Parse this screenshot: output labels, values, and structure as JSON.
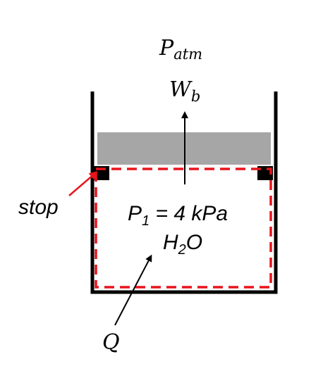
{
  "labels": {
    "p_atm_main": "P",
    "p_atm_sub": "atm",
    "work_main": "W",
    "work_sub": "b",
    "stop": "stop",
    "p1_main": "P",
    "p1_sub": "1",
    "p1_rest": " = 4 kPa",
    "h2o_h": "H",
    "h2o_sub": "2",
    "h2o_o": "O",
    "heat": "Q"
  },
  "colors": {
    "wall": "#000000",
    "piston": "#a6a6a6",
    "stop_block": "#000000",
    "boundary": "#e8141c",
    "stop_arrow": "#e8141c",
    "text": "#000000"
  }
}
